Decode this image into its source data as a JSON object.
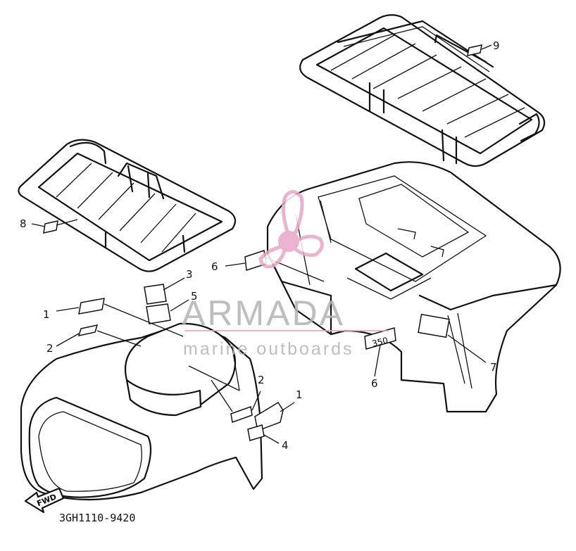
{
  "diagram": {
    "part_number": "3GH1110-9420",
    "fwd_arrow_text": "FWD",
    "decal_350_text": "350",
    "callouts": [
      {
        "id": "c1a",
        "text": "1"
      },
      {
        "id": "c2a",
        "text": "2"
      },
      {
        "id": "c3",
        "text": "3"
      },
      {
        "id": "c5",
        "text": "5"
      },
      {
        "id": "c6a",
        "text": "6"
      },
      {
        "id": "c8",
        "text": "8"
      },
      {
        "id": "c9",
        "text": "9"
      },
      {
        "id": "c7",
        "text": "7"
      },
      {
        "id": "c6b",
        "text": "6"
      },
      {
        "id": "c2b",
        "text": "2"
      },
      {
        "id": "c1b",
        "text": "1"
      },
      {
        "id": "c4",
        "text": "4"
      }
    ]
  },
  "watermark": {
    "title": "ARMADA",
    "subtitle": "marine outboards",
    "logo_color": "#e8a6c8",
    "text_color": "#b3b3b3"
  }
}
